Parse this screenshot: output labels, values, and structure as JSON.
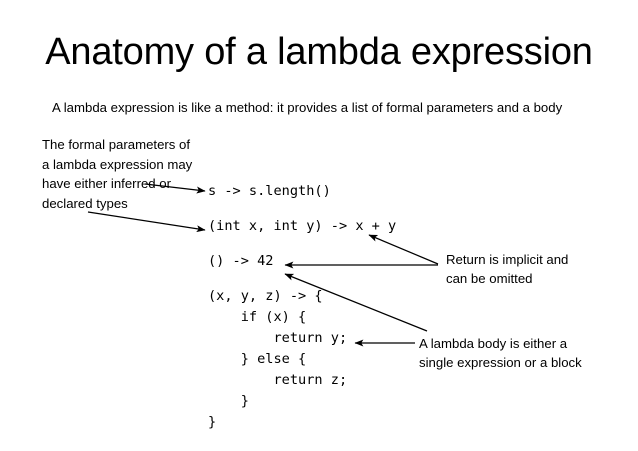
{
  "slide": {
    "title": "Anatomy of a lambda expression",
    "subtitle": "A lambda expression is like a method: it provides a list of formal parameters and a body",
    "background_color": "#ffffff",
    "text_color": "#000000"
  },
  "left_note": {
    "lines": [
      "The formal parameters of",
      "a lambda expression may",
      "have either inferred or",
      "declared types"
    ]
  },
  "code": {
    "lines": [
      "s -> s.length()",
      "(int x, int y) -> x + y",
      "() -> 42",
      "(x, y, z) -> {",
      "    if (x) {",
      "        return y;",
      "    } else {",
      "        return z;",
      "    }",
      "}"
    ]
  },
  "right_notes": [
    {
      "id": "return-implicit",
      "lines": [
        "Return is implicit and",
        "can be omitted"
      ]
    },
    {
      "id": "lambda-body",
      "lines": [
        "A lambda body is either a",
        "single expression or a block"
      ]
    }
  ],
  "arrows": [
    {
      "name": "arrow-left-note-to-single-param",
      "from": "left-note",
      "to": "code-line-1"
    },
    {
      "name": "arrow-left-note-to-declared-types",
      "from": "left-note",
      "to": "code-line-2"
    },
    {
      "name": "arrow-return-implicit-to-expression-body",
      "from": "return-implicit-note",
      "to": "code-line-2"
    },
    {
      "name": "arrow-return-implicit-to-constant-body",
      "from": "return-implicit-note",
      "to": "code-line-3"
    },
    {
      "name": "arrow-lambda-body-to-constant-body",
      "from": "lambda-body-note",
      "to": "code-line-3"
    },
    {
      "name": "arrow-lambda-body-to-return-statement",
      "from": "lambda-body-note",
      "to": "code-line-6"
    }
  ]
}
